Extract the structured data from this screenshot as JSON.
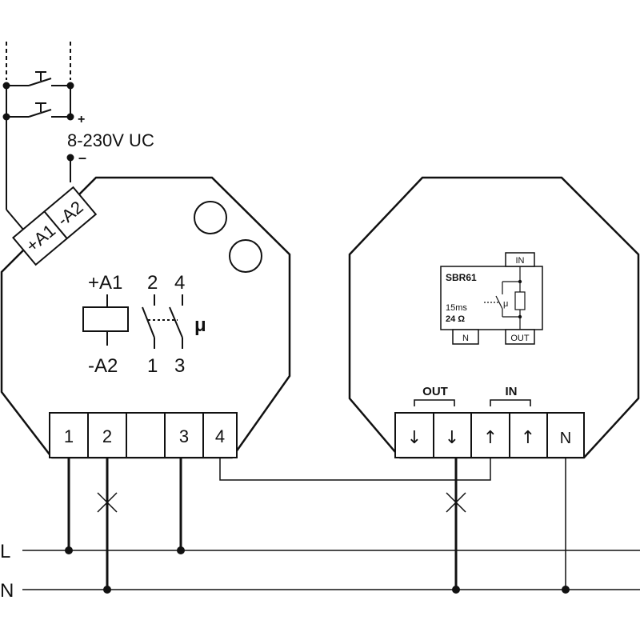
{
  "supply": {
    "voltage_label": "8-230V UC",
    "plus_sign": "+",
    "minus_sign": "–"
  },
  "relay": {
    "tag_plus": "+A1",
    "tag_minus": "-A2",
    "symbol_a1": "+A1",
    "symbol_a2": "-A2",
    "contact_top_left": "2",
    "contact_top_right": "4",
    "contact_bottom_left": "1",
    "contact_bottom_right": "3",
    "mu_symbol": "μ",
    "terminals": [
      "1",
      "2",
      "",
      "3",
      "4"
    ]
  },
  "sbr": {
    "module_name": "SBR61",
    "timing": "15ms",
    "rating": "24 Ω",
    "mu_symbol": "μ",
    "pin_in": "IN",
    "pin_n": "N",
    "pin_out": "OUT",
    "group_out": "OUT",
    "group_in": "IN",
    "terminals": [
      "↓",
      "↓",
      "↑",
      "↑",
      "N"
    ]
  },
  "lines": {
    "live": "L",
    "neutral": "N"
  }
}
